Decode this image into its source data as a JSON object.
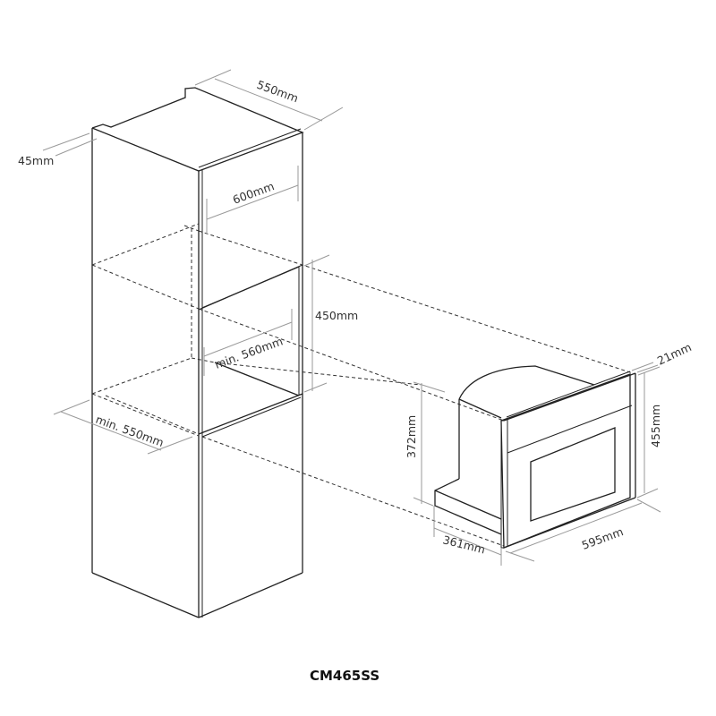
{
  "title": "CM465SS",
  "cabinet": {
    "dimensions": {
      "depth_top": "550mm",
      "top_rear_gap": "45mm",
      "width": "600mm",
      "niche_height": "450mm",
      "niche_min_width": "min. 560mm",
      "niche_min_depth": "min. 550mm"
    }
  },
  "appliance": {
    "dimensions": {
      "front_panel_thickness": "21mm",
      "total_height": "455mm",
      "body_height": "372mm",
      "body_depth": "361mm",
      "total_width": "595mm"
    }
  },
  "colors": {
    "line": "#222222",
    "dimension_line": "#9a9a9a",
    "text": "#333333",
    "background": "#ffffff"
  }
}
